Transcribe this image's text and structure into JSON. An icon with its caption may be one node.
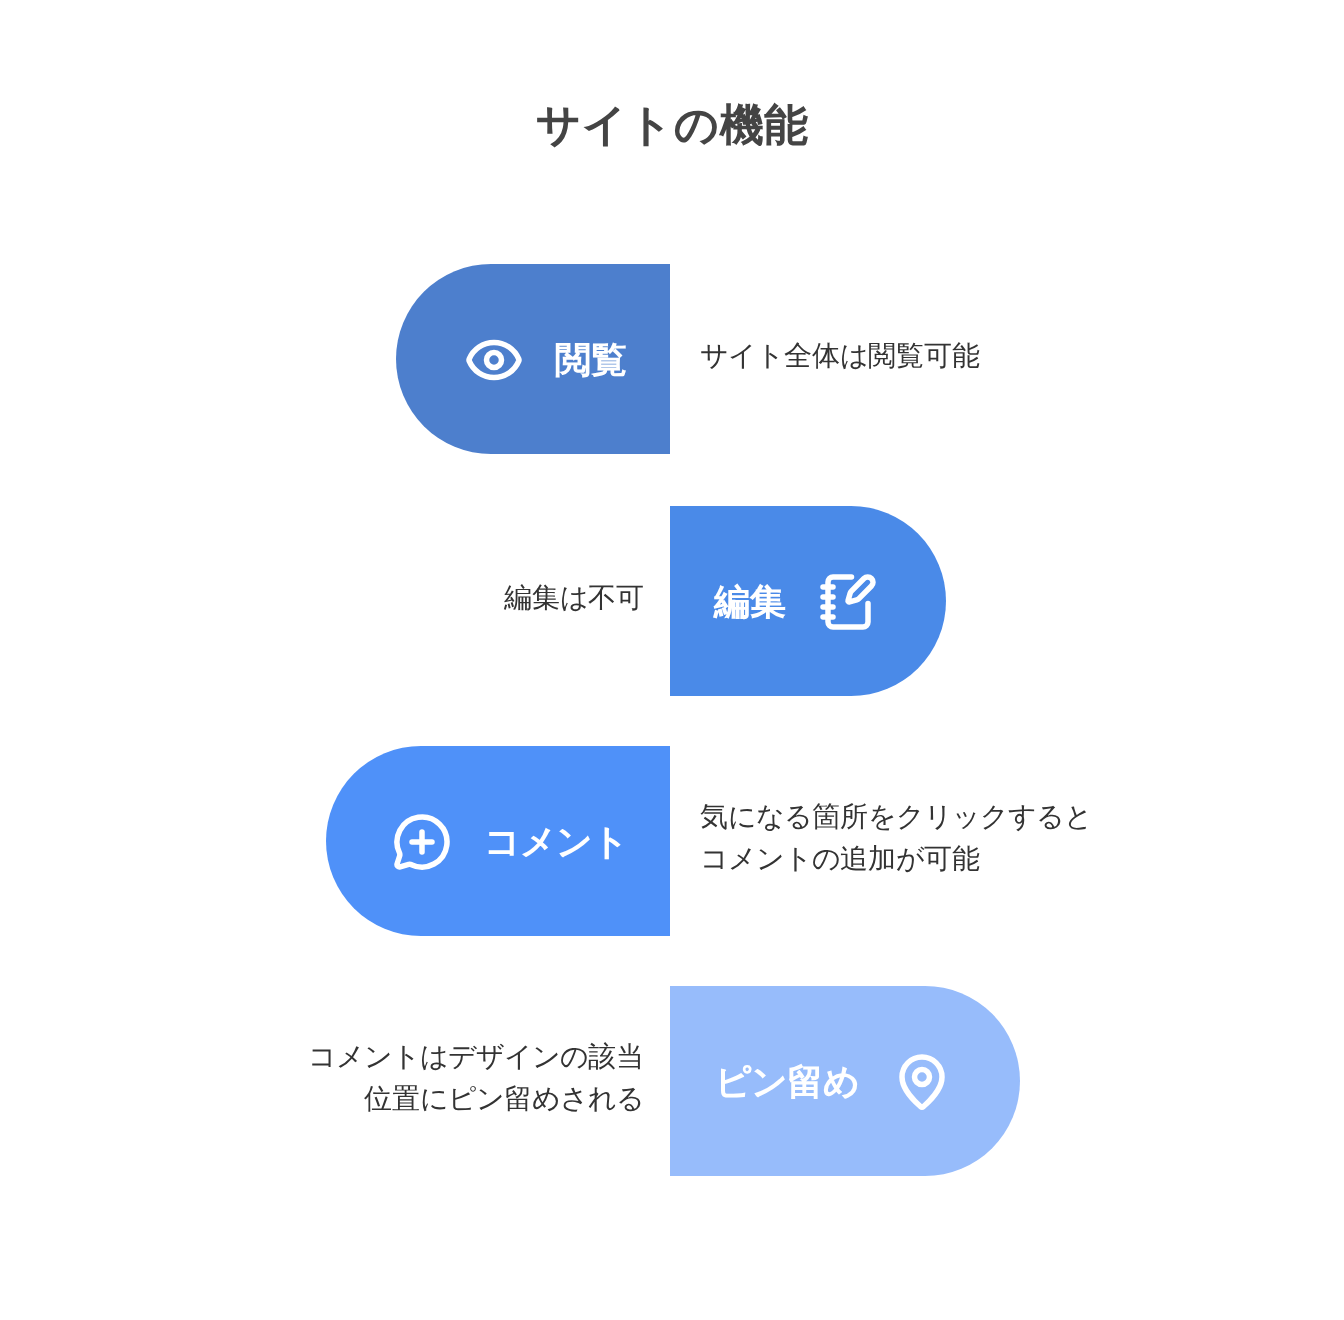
{
  "diagram": {
    "title": "サイトの機能",
    "nodes": [
      {
        "text": [
          "閲覧"
        ],
        "beside": [
          "サイト全体は閲覧可能"
        ]
      },
      {
        "text": [
          "編集"
        ],
        "beside": [
          "編集は不可"
        ]
      },
      {
        "text": [
          "コメント"
        ],
        "beside": [
          "気になる箇所をクリックするとコメントの追加が可能"
        ]
      },
      {
        "text": [
          "ピン留め"
        ],
        "beside": [
          "コメントはデザインの該当位置にピン留めされる"
        ]
      }
    ]
  }
}
